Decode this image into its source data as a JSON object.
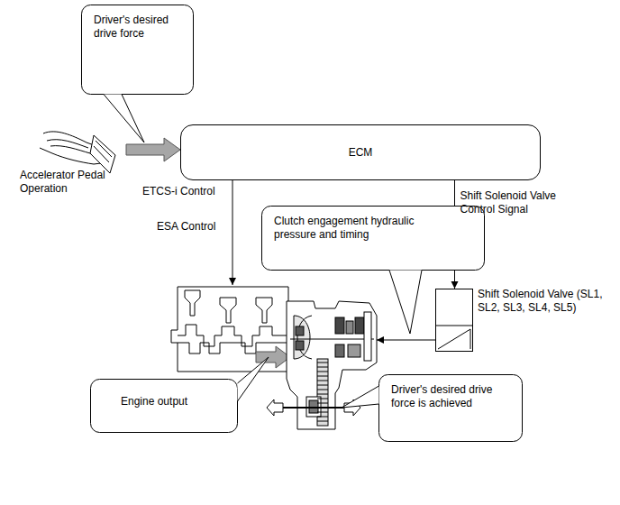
{
  "diagram": {
    "nodes": [
      {
        "text": [
          "Driver's desired drive force"
        ]
      },
      {
        "text": [
          "ECM"
        ]
      },
      {
        "text": [
          "Clutch engagement hydraulic pressure and timing"
        ]
      },
      {
        "text": [
          "Shift Solenoid Valve (SL1, SL2, SL3, SL4, SL5)"
        ]
      },
      {
        "text": [
          "Engine output"
        ]
      },
      {
        "text": [
          "Driver's desired drive force is achieved"
        ]
      }
    ],
    "edges": [
      {
        "from": 1,
        "to": 3,
        "label": "Shift Solenoid Valve Control Signal",
        "arrow": "to"
      }
    ],
    "labels": [
      "Accelerator Pedal Operation",
      "ETCS-i Control",
      "ESA Control"
    ]
  }
}
